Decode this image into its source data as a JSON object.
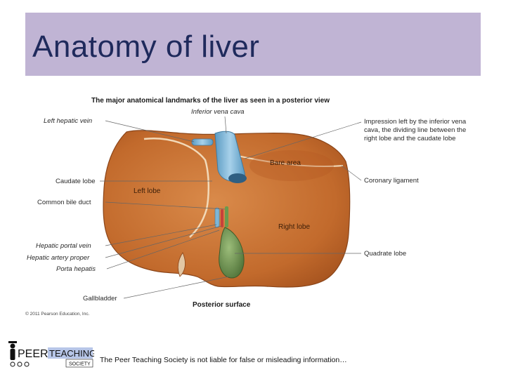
{
  "slide": {
    "title": "Anatomy of liver",
    "disclaimer": "The Peer Teaching Society is not liable for false or misleading information…"
  },
  "figure": {
    "heading": "The major anatomical landmarks of the liver as seen in a posterior view",
    "copyright": "© 2011 Pearson Education, Inc.",
    "view_label": "Posterior surface",
    "organ_labels": {
      "bare_area": "Bare area",
      "left_lobe": "Left lobe",
      "right_lobe": "Right lobe"
    },
    "left_labels": {
      "left_hepatic_vein": "Left hepatic vein",
      "caudate_lobe": "Caudate lobe",
      "common_bile_duct": "Common bile duct",
      "hepatic_portal_vein": "Hepatic portal vein",
      "hepatic_artery_proper": "Hepatic artery proper",
      "porta_hepatis": "Porta hepatis",
      "gallbladder": "Gallbladder"
    },
    "top_label": "Inferior vena cava",
    "right_labels": {
      "impression_line1": "Impression left by the inferior vena",
      "impression_line2": "cava, the dividing line between the",
      "impression_line3": "right lobe and the caudate lobe",
      "coronary_ligament": "Coronary ligament",
      "quadrate_lobe": "Quadrate lobe"
    }
  },
  "logo": {
    "word_peer": "PEER",
    "word_teaching": "TEACHING",
    "word_society": "SOCIETY"
  },
  "colors": {
    "title_bar": "#c0b4d4",
    "title_text": "#1f2a5c",
    "liver": "#c9702e",
    "ivc": "#7eb6d6",
    "gallbladder": "#6b8e4e"
  }
}
